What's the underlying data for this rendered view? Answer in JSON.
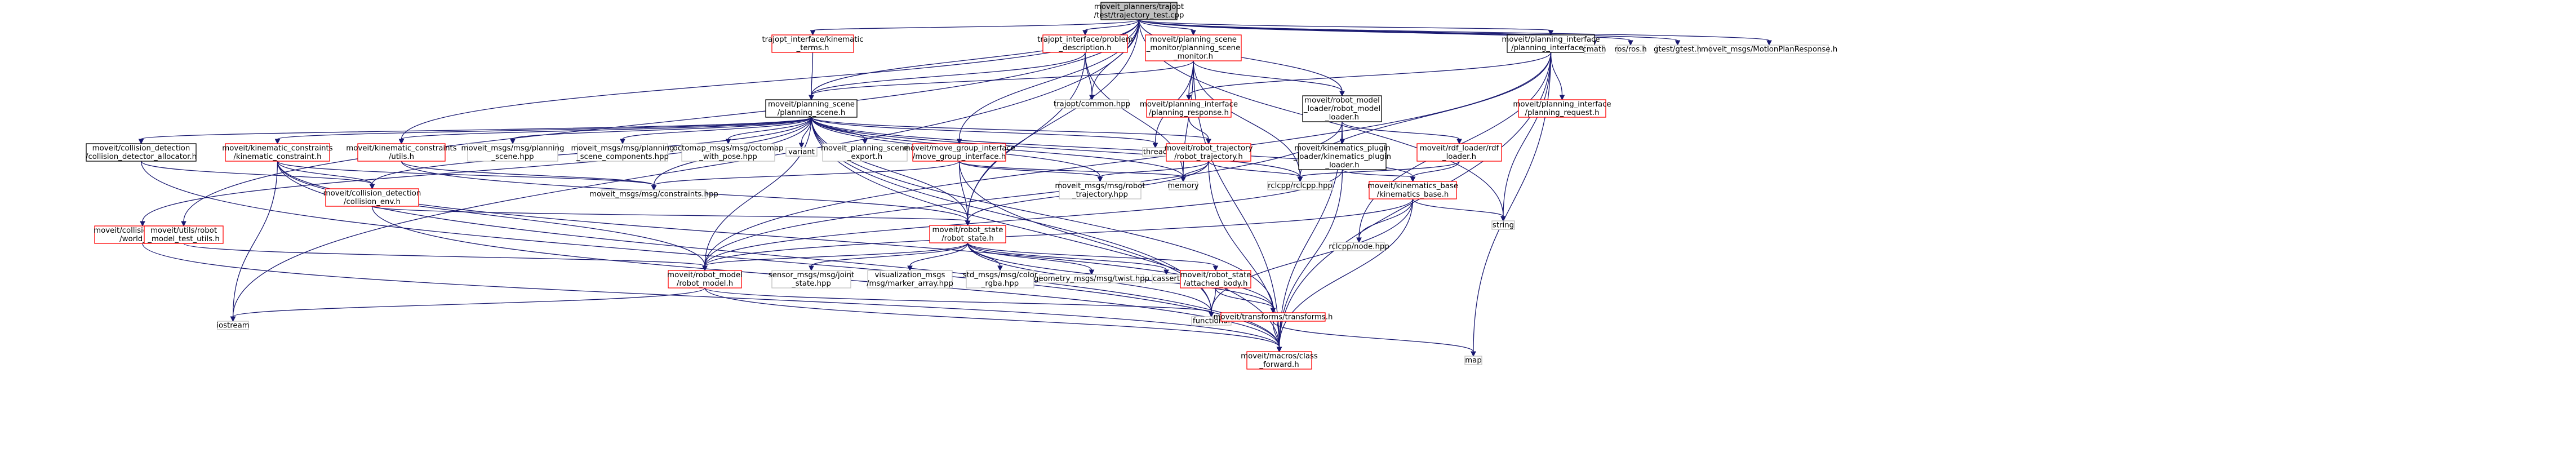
{
  "colors": {
    "edge": "#191970",
    "root_fill": "#bfbfbf",
    "root_border": "#000000",
    "node_border_black": "#000000",
    "node_border_red": "#ff0000",
    "node_border_gray": "#bfbfbf",
    "text": "#000000"
  },
  "nodes": [
    {
      "id": "root",
      "lines": [
        "moveit_planners/trajopt",
        "/test/trajectory_test.cpp"
      ],
      "style": "root"
    },
    {
      "id": "ki_terms",
      "lines": [
        "trajopt_interface/kinematic",
        "_terms.h"
      ],
      "style": "red"
    },
    {
      "id": "prob_desc",
      "lines": [
        "trajopt_interface/problem",
        "_description.h"
      ],
      "style": "red"
    },
    {
      "id": "psm",
      "lines": [
        "moveit/planning_scene",
        "_monitor/planning_scene",
        "_monitor.h"
      ],
      "style": "red"
    },
    {
      "id": "pi",
      "lines": [
        "moveit/planning_interface",
        "/planning_interface.h"
      ],
      "style": "black"
    },
    {
      "id": "cmath",
      "lines": [
        "cmath"
      ],
      "style": "gray"
    },
    {
      "id": "ros",
      "lines": [
        "ros/ros.h"
      ],
      "style": "gray"
    },
    {
      "id": "gtest",
      "lines": [
        "gtest/gtest.h"
      ],
      "style": "gray"
    },
    {
      "id": "mpr",
      "lines": [
        "moveit_msgs/MotionPlanResponse.h"
      ],
      "style": "gray"
    },
    {
      "id": "ps",
      "lines": [
        "moveit/planning_scene",
        "/planning_scene.h"
      ],
      "style": "black"
    },
    {
      "id": "trajopt_common",
      "lines": [
        "trajopt/common.hpp"
      ],
      "style": "gray"
    },
    {
      "id": "pi_resp",
      "lines": [
        "moveit/planning_interface",
        "/planning_response.h"
      ],
      "style": "red"
    },
    {
      "id": "rml",
      "lines": [
        "moveit/robot_model",
        "_loader/robot_model",
        "_loader.h"
      ],
      "style": "black"
    },
    {
      "id": "pi_req",
      "lines": [
        "moveit/planning_interface",
        "/planning_request.h"
      ],
      "style": "red"
    },
    {
      "id": "cd_alloc",
      "lines": [
        "moveit/collision_detection",
        "/collision_detector_allocator.h"
      ],
      "style": "black"
    },
    {
      "id": "kc",
      "lines": [
        "moveit/kinematic_constraints",
        "/kinematic_constraint.h"
      ],
      "style": "red"
    },
    {
      "id": "kc_utils",
      "lines": [
        "moveit/kinematic_constraints",
        "/utils.h"
      ],
      "style": "red"
    },
    {
      "id": "ps_msg",
      "lines": [
        "moveit_msgs/msg/planning",
        "_scene.hpp"
      ],
      "style": "gray"
    },
    {
      "id": "psc_msg",
      "lines": [
        "moveit_msgs/msg/planning",
        "_scene_components.hpp"
      ],
      "style": "gray"
    },
    {
      "id": "octomap",
      "lines": [
        "octomap_msgs/msg/octomap",
        "_with_pose.hpp"
      ],
      "style": "gray"
    },
    {
      "id": "variant",
      "lines": [
        "variant"
      ],
      "style": "gray"
    },
    {
      "id": "ps_export",
      "lines": [
        "moveit_planning_scene",
        "_export.h"
      ],
      "style": "gray"
    },
    {
      "id": "mgi",
      "lines": [
        "moveit/move_group_interface",
        "/move_group_interface.h"
      ],
      "style": "red"
    },
    {
      "id": "thread",
      "lines": [
        "thread"
      ],
      "style": "gray"
    },
    {
      "id": "rt",
      "lines": [
        "moveit/robot_trajectory",
        "/robot_trajectory.h"
      ],
      "style": "red"
    },
    {
      "id": "kpl",
      "lines": [
        "moveit/kinematics_plugin",
        "_loader/kinematics_plugin",
        "_loader.h"
      ],
      "style": "black"
    },
    {
      "id": "rdf",
      "lines": [
        "moveit/rdf_loader/rdf",
        "_loader.h"
      ],
      "style": "red"
    },
    {
      "id": "memory",
      "lines": [
        "memory"
      ],
      "style": "gray"
    },
    {
      "id": "rclcpp",
      "lines": [
        "rclcpp/rclcpp.hpp"
      ],
      "style": "gray"
    },
    {
      "id": "kb",
      "lines": [
        "moveit/kinematics_base",
        "/kinematics_base.h"
      ],
      "style": "red"
    },
    {
      "id": "constraints_msg",
      "lines": [
        "moveit_msgs/msg/constraints.hpp"
      ],
      "style": "gray"
    },
    {
      "id": "rtraj_msg",
      "lines": [
        "moveit_msgs/msg/robot",
        "_trajectory.hpp"
      ],
      "style": "gray"
    },
    {
      "id": "ce",
      "lines": [
        "moveit/collision_detection",
        "/collision_env.h"
      ],
      "style": "red"
    },
    {
      "id": "string",
      "lines": [
        "string"
      ],
      "style": "gray"
    },
    {
      "id": "cd_world",
      "lines": [
        "moveit/collision_detection",
        "/world_diff.h"
      ],
      "style": "red"
    },
    {
      "id": "rmtu",
      "lines": [
        "moveit/utils/robot",
        "_model_test_utils.h"
      ],
      "style": "red"
    },
    {
      "id": "rs",
      "lines": [
        "moveit/robot_state",
        "/robot_state.h"
      ],
      "style": "red"
    },
    {
      "id": "rclcpp_node",
      "lines": [
        "rclcpp/node.hpp"
      ],
      "style": "gray"
    },
    {
      "id": "rm",
      "lines": [
        "moveit/robot_model",
        "/robot_model.h"
      ],
      "style": "red"
    },
    {
      "id": "js_msg",
      "lines": [
        "sensor_msgs/msg/joint",
        "_state.hpp"
      ],
      "style": "gray"
    },
    {
      "id": "vis_msg",
      "lines": [
        "visualization_msgs",
        "/msg/marker_array.hpp"
      ],
      "style": "gray"
    },
    {
      "id": "color_msg",
      "lines": [
        "std_msgs/msg/color",
        "_rgba.hpp"
      ],
      "style": "gray"
    },
    {
      "id": "twist_msg",
      "lines": [
        "geometry_msgs/msg/twist.hpp"
      ],
      "style": "gray"
    },
    {
      "id": "cassert",
      "lines": [
        "cassert"
      ],
      "style": "gray"
    },
    {
      "id": "ab",
      "lines": [
        "moveit/robot_state",
        "/attached_body.h"
      ],
      "style": "red"
    },
    {
      "id": "iostream",
      "lines": [
        "iostream"
      ],
      "style": "gray"
    },
    {
      "id": "functional",
      "lines": [
        "functional"
      ],
      "style": "gray"
    },
    {
      "id": "transforms",
      "lines": [
        "moveit/transforms/transforms.h"
      ],
      "style": "red"
    },
    {
      "id": "map",
      "lines": [
        "map"
      ],
      "style": "gray"
    },
    {
      "id": "macros",
      "lines": [
        "moveit/macros/class",
        "_forward.h"
      ],
      "style": "red"
    }
  ],
  "edges": [
    [
      "root",
      "ki_terms"
    ],
    [
      "root",
      "prob_desc"
    ],
    [
      "root",
      "psm"
    ],
    [
      "root",
      "pi"
    ],
    [
      "root",
      "cmath"
    ],
    [
      "root",
      "ros"
    ],
    [
      "root",
      "gtest"
    ],
    [
      "root",
      "mpr"
    ],
    [
      "root",
      "ps"
    ],
    [
      "root",
      "trajopt_common"
    ],
    [
      "root",
      "mgi"
    ],
    [
      "root",
      "rmtu"
    ],
    [
      "root",
      "rs"
    ],
    [
      "root",
      "rml"
    ],
    [
      "root",
      "kc_utils"
    ],
    [
      "root",
      "iostream"
    ],
    [
      "root",
      "string"
    ],
    [
      "ki_terms",
      "ps"
    ],
    [
      "prob_desc",
      "ps"
    ],
    [
      "prob_desc",
      "trajopt_common"
    ],
    [
      "prob_desc",
      "rs"
    ],
    [
      "prob_desc",
      "memory"
    ],
    [
      "psm",
      "ps"
    ],
    [
      "psm",
      "rml"
    ],
    [
      "psm",
      "thread"
    ],
    [
      "psm",
      "memory"
    ],
    [
      "psm",
      "rclcpp"
    ],
    [
      "psm",
      "macros"
    ],
    [
      "psm",
      "pi_resp"
    ],
    [
      "pi",
      "pi_resp"
    ],
    [
      "pi",
      "pi_req"
    ],
    [
      "pi",
      "rclcpp_node"
    ],
    [
      "pi",
      "rm"
    ],
    [
      "pi",
      "macros"
    ],
    [
      "pi",
      "string"
    ],
    [
      "pi",
      "map"
    ],
    [
      "pi",
      "rclcpp"
    ],
    [
      "ps",
      "cd_alloc"
    ],
    [
      "ps",
      "kc"
    ],
    [
      "ps",
      "kc_utils"
    ],
    [
      "ps",
      "ps_msg"
    ],
    [
      "ps",
      "psc_msg"
    ],
    [
      "ps",
      "octomap"
    ],
    [
      "ps",
      "variant"
    ],
    [
      "ps",
      "ps_export"
    ],
    [
      "ps",
      "thread"
    ],
    [
      "ps",
      "rt"
    ],
    [
      "ps",
      "memory"
    ],
    [
      "ps",
      "rclcpp"
    ],
    [
      "ps",
      "kb"
    ],
    [
      "ps",
      "constraints_msg"
    ],
    [
      "ps",
      "rtraj_msg"
    ],
    [
      "ps",
      "ce"
    ],
    [
      "ps",
      "cd_world"
    ],
    [
      "ps",
      "rs"
    ],
    [
      "ps",
      "rm"
    ],
    [
      "ps",
      "transforms"
    ],
    [
      "ps",
      "functional"
    ],
    [
      "ps",
      "macros"
    ],
    [
      "pi_resp",
      "rt"
    ],
    [
      "rml",
      "kpl"
    ],
    [
      "rml",
      "rdf"
    ],
    [
      "rml",
      "rm"
    ],
    [
      "rml",
      "macros"
    ],
    [
      "cd_alloc",
      "ce"
    ],
    [
      "cd_alloc",
      "macros"
    ],
    [
      "kc",
      "ce"
    ],
    [
      "kc",
      "rm"
    ],
    [
      "kc",
      "constraints_msg"
    ],
    [
      "kc",
      "iostream"
    ],
    [
      "kc",
      "macros"
    ],
    [
      "kc",
      "transforms"
    ],
    [
      "kc_utils",
      "constraints_msg"
    ],
    [
      "kc_utils",
      "rs"
    ],
    [
      "mgi",
      "rs"
    ],
    [
      "mgi",
      "rtraj_msg"
    ],
    [
      "mgi",
      "memory"
    ],
    [
      "mgi",
      "constraints_msg"
    ],
    [
      "mgi",
      "functional"
    ],
    [
      "rt",
      "rs"
    ],
    [
      "rt",
      "rtraj_msg"
    ],
    [
      "rt",
      "memory"
    ],
    [
      "rt",
      "rclcpp"
    ],
    [
      "rt",
      "macros"
    ],
    [
      "kpl",
      "kb"
    ],
    [
      "kpl",
      "rm"
    ],
    [
      "kpl",
      "macros"
    ],
    [
      "rdf",
      "rclcpp"
    ],
    [
      "rdf",
      "kb"
    ],
    [
      "kb",
      "rclcpp_node"
    ],
    [
      "kb",
      "string"
    ],
    [
      "kb",
      "functional"
    ],
    [
      "kb",
      "macros"
    ],
    [
      "kb",
      "rm"
    ],
    [
      "ce",
      "rs"
    ],
    [
      "ce",
      "macros"
    ],
    [
      "cd_world",
      "macros"
    ],
    [
      "rmtu",
      "rm"
    ],
    [
      "rs",
      "rm"
    ],
    [
      "rs",
      "js_msg"
    ],
    [
      "rs",
      "vis_msg"
    ],
    [
      "rs",
      "color_msg"
    ],
    [
      "rs",
      "twist_msg"
    ],
    [
      "rs",
      "cassert"
    ],
    [
      "rs",
      "ab"
    ],
    [
      "rs",
      "transforms"
    ],
    [
      "rs",
      "functional"
    ],
    [
      "rm",
      "iostream"
    ],
    [
      "rm",
      "functional"
    ],
    [
      "rm",
      "macros"
    ],
    [
      "ab",
      "transforms"
    ],
    [
      "ab",
      "functional"
    ],
    [
      "transforms",
      "map"
    ],
    [
      "transforms",
      "macros"
    ]
  ]
}
